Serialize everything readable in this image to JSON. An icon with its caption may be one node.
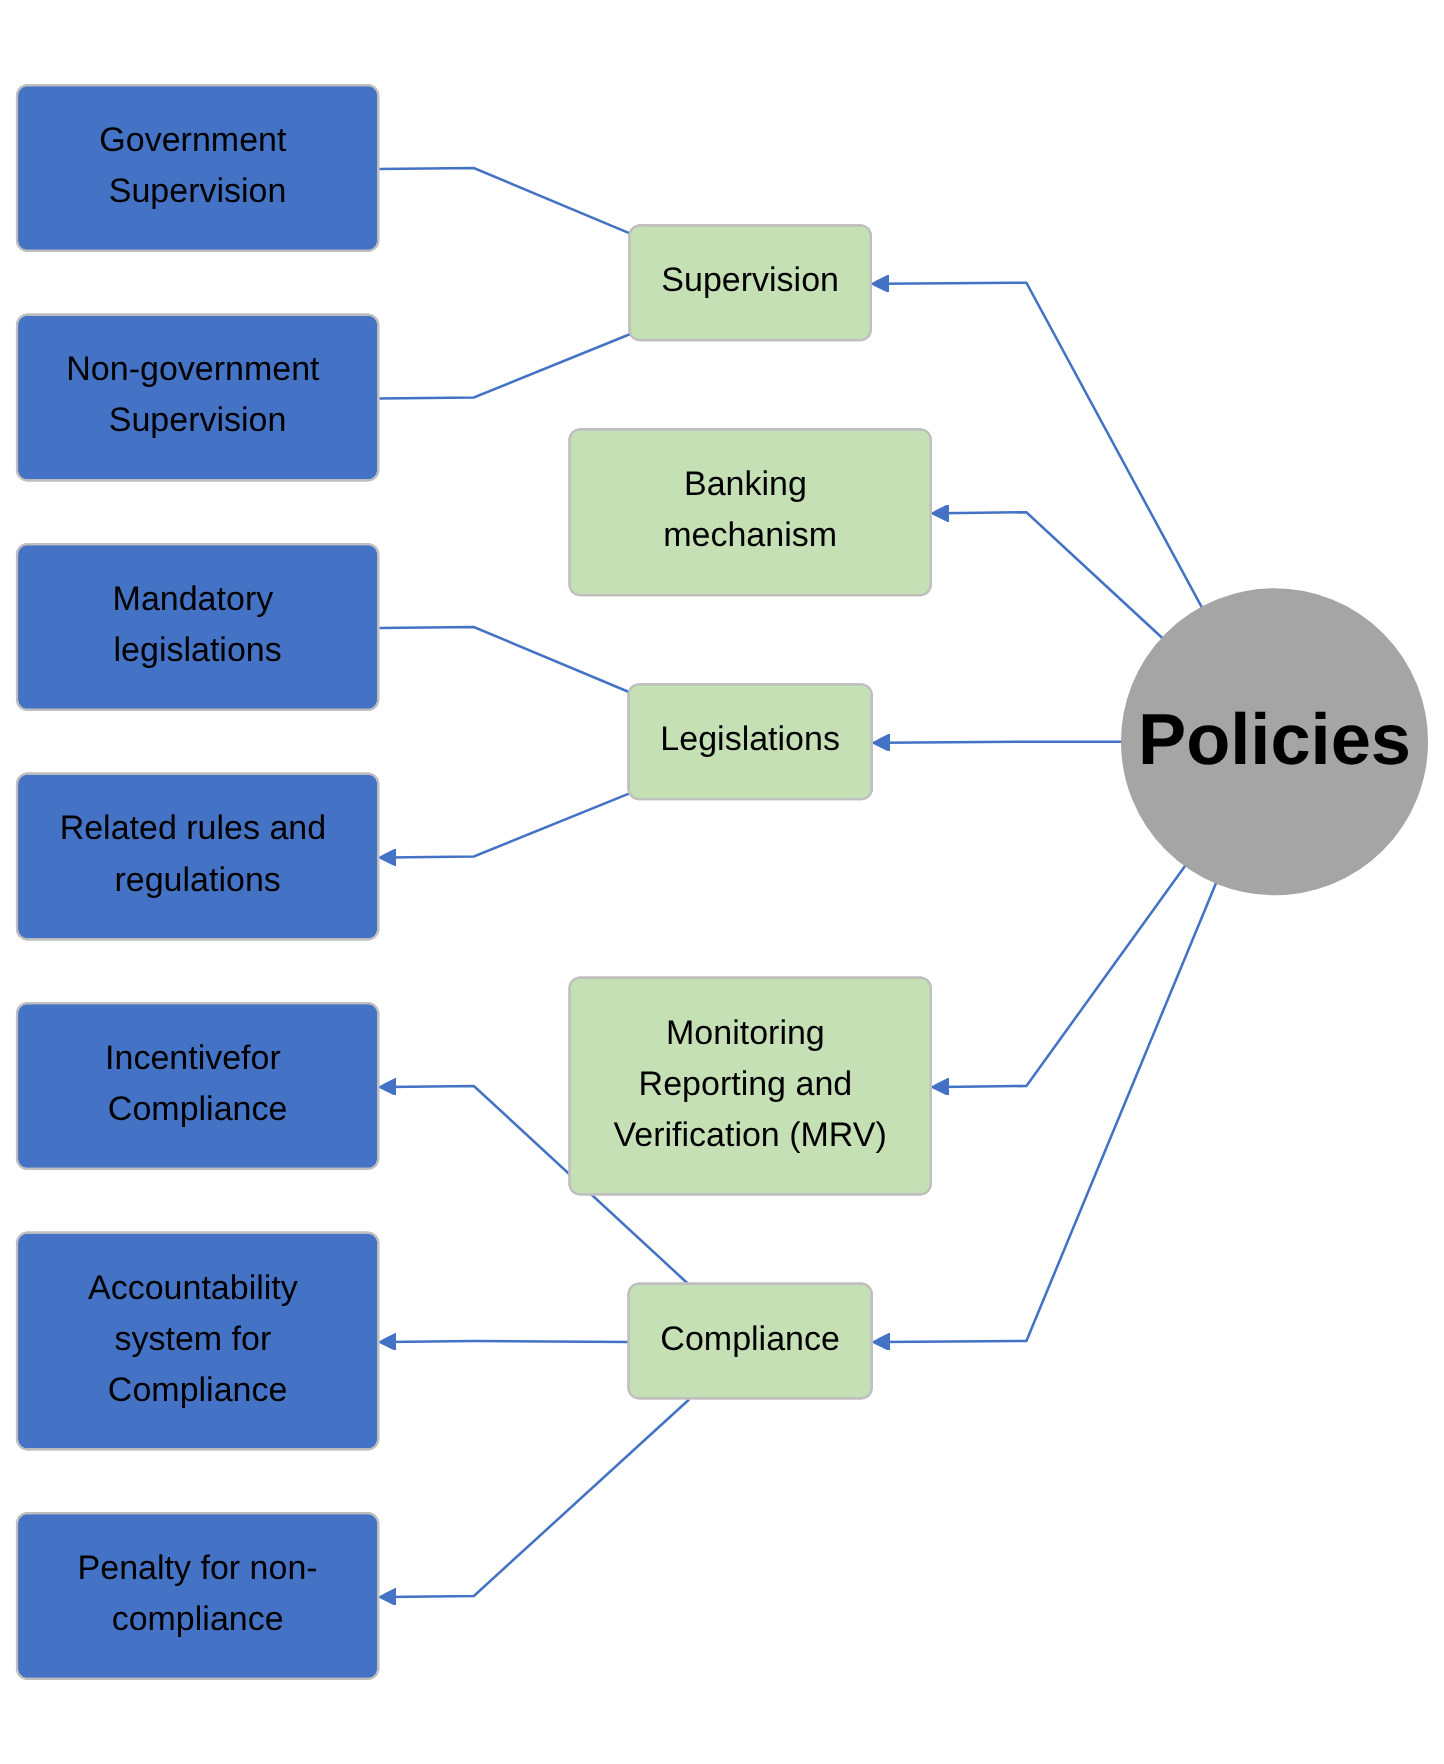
{
  "diagram": {
    "nodes": [
      {
        "text": [
          "Government Supervision"
        ]
      },
      {
        "text": [
          "Supervision"
        ]
      },
      {
        "text": [
          "Non-government Supervision"
        ]
      },
      {
        "text": [
          "Banking mechanism"
        ]
      },
      {
        "text": [
          "Mandatory legislations"
        ]
      },
      {
        "text": [
          "Legislations"
        ]
      },
      {
        "text": [
          "Policies"
        ]
      },
      {
        "text": [
          "Related rules and regulations"
        ]
      },
      {
        "text": [
          "Incentivefor Compliance"
        ]
      },
      {
        "text": [
          "Compliance"
        ]
      },
      {
        "text": [
          "Accountability system for Compliance"
        ]
      },
      {
        "text": [
          "Penalty for non-compliance"
        ]
      },
      {
        "text": [
          "Monitoring Reporting and Verification (MRV)"
        ]
      }
    ],
    "edges": [
      {
        "from": 6,
        "to": 1,
        "arrow": "to"
      },
      {
        "from": 6,
        "to": 3,
        "arrow": "to"
      },
      {
        "from": 6,
        "to": 5,
        "arrow": "to"
      },
      {
        "from": 6,
        "to": 9,
        "arrow": "to"
      },
      {
        "from": 6,
        "to": 12,
        "arrow": "to"
      },
      {
        "from": 1,
        "to": 0,
        "arrow": "none"
      },
      {
        "from": 1,
        "to": 2,
        "arrow": "none"
      },
      {
        "from": 5,
        "to": 4,
        "arrow": "none"
      },
      {
        "from": 5,
        "to": 7,
        "arrow": "to"
      },
      {
        "from": 9,
        "to": 8,
        "arrow": "to"
      },
      {
        "from": 9,
        "to": 10,
        "arrow": "to"
      },
      {
        "from": 9,
        "to": 11,
        "arrow": "to"
      }
    ]
  }
}
